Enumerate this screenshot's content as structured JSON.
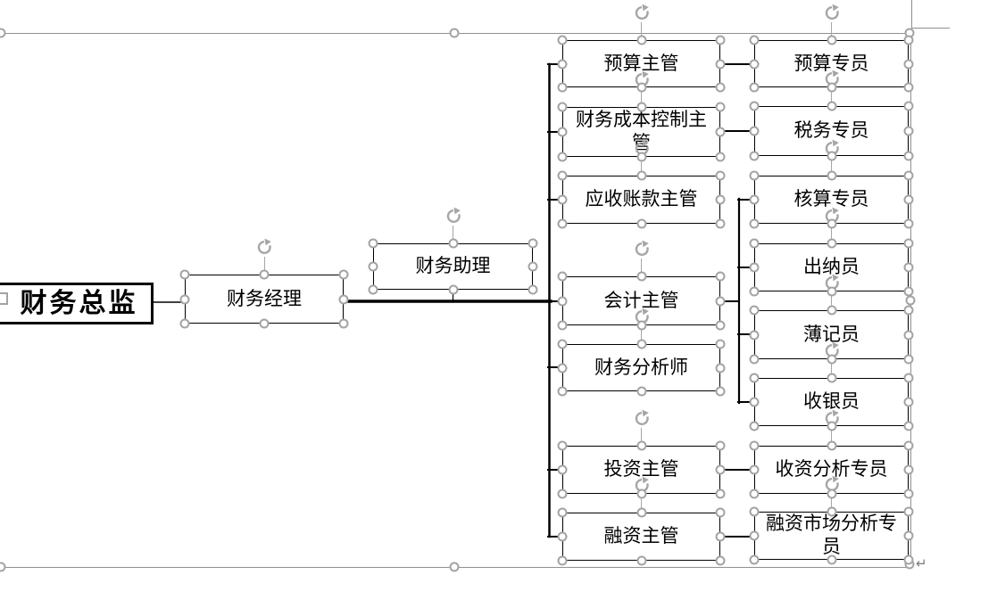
{
  "document": {
    "paragraph_mark": "↵"
  },
  "org_chart": {
    "nodes": {
      "director": "财务总监",
      "manager": "财务经理",
      "assistant": "财务助理",
      "supervisors": [
        "预算主管",
        "财务成本控制主管",
        "应收账款主管",
        "会计主管",
        "财务分析师",
        "投资主管",
        "融资主管"
      ],
      "specialists": [
        "预算专员",
        "税务专员",
        "核算专员",
        "出纳员",
        "薄记员",
        "收银员",
        "收资分析专员",
        "融资市场分析专员"
      ]
    }
  },
  "icons": {
    "rotate_handle": "rotate-arrow-icon",
    "resize_handle": "circle-resize-handle",
    "canvas_side_handle": "square-resize-handle"
  },
  "colors": {
    "shape_border": "#000000",
    "connector": "#000000",
    "handle": "#a3a3a3",
    "canvas_border": "#909090",
    "text": "#000000",
    "background": "#ffffff"
  }
}
